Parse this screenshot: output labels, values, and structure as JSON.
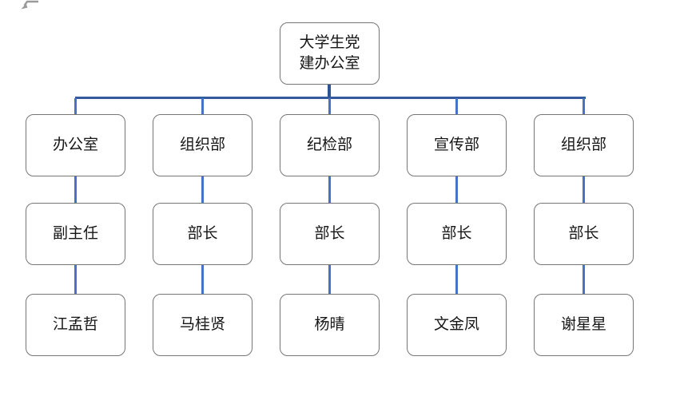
{
  "colors": {
    "connector_dark": "#2e5494",
    "connector_light": "#4673c8",
    "box_border": "#767676",
    "box_fill": "#ffffff",
    "text": "#161616"
  },
  "icons": {
    "paragraph_mark": "↵"
  },
  "org_chart": {
    "type": "organization-chart",
    "root": {
      "line1": "大学生党",
      "line2": "建办公室"
    },
    "columns": [
      {
        "dept": "办公室",
        "role": "副主任",
        "person": "江孟哲"
      },
      {
        "dept": "组织部",
        "role": "部长",
        "person": "马桂贤"
      },
      {
        "dept": "纪检部",
        "role": "部长",
        "person": "杨晴"
      },
      {
        "dept": "宣传部",
        "role": "部长",
        "person": "文金凤"
      },
      {
        "dept": "组织部",
        "role": "部长",
        "person": "谢星星"
      }
    ]
  }
}
